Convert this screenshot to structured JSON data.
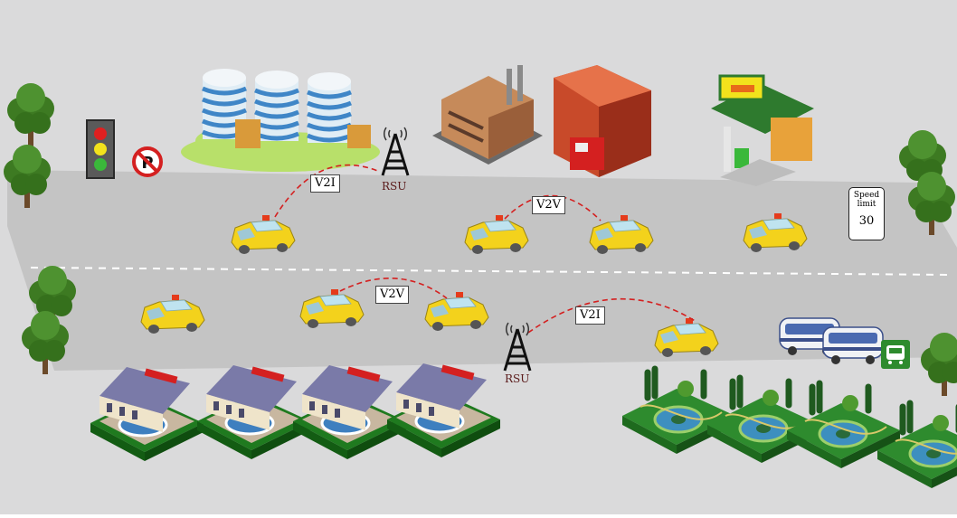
{
  "labels": {
    "v2i_top": "V2I",
    "v2v_top": "V2V",
    "v2v_bottom": "V2V",
    "v2i_bottom": "V2I",
    "rsu_top": "RSU",
    "rsu_bottom": "RSU"
  },
  "speed_sign": {
    "line1": "Speed",
    "line2": "limit",
    "value": "30"
  },
  "icons": [
    "traffic-light-icon",
    "no-parking-icon",
    "office-tower-icon",
    "factory-icon",
    "fire-station-icon",
    "gas-station-icon",
    "bus-icon",
    "bus-stop-icon",
    "house-pool-icon",
    "park-icon",
    "tree-icon",
    "taxi-icon",
    "rsu-antenna-icon"
  ],
  "colors": {
    "road": "#c4c4c4",
    "background": "#dadadb",
    "taxi": "#f3d21c",
    "link": "#d42020",
    "grass": "#2e8b2e"
  }
}
